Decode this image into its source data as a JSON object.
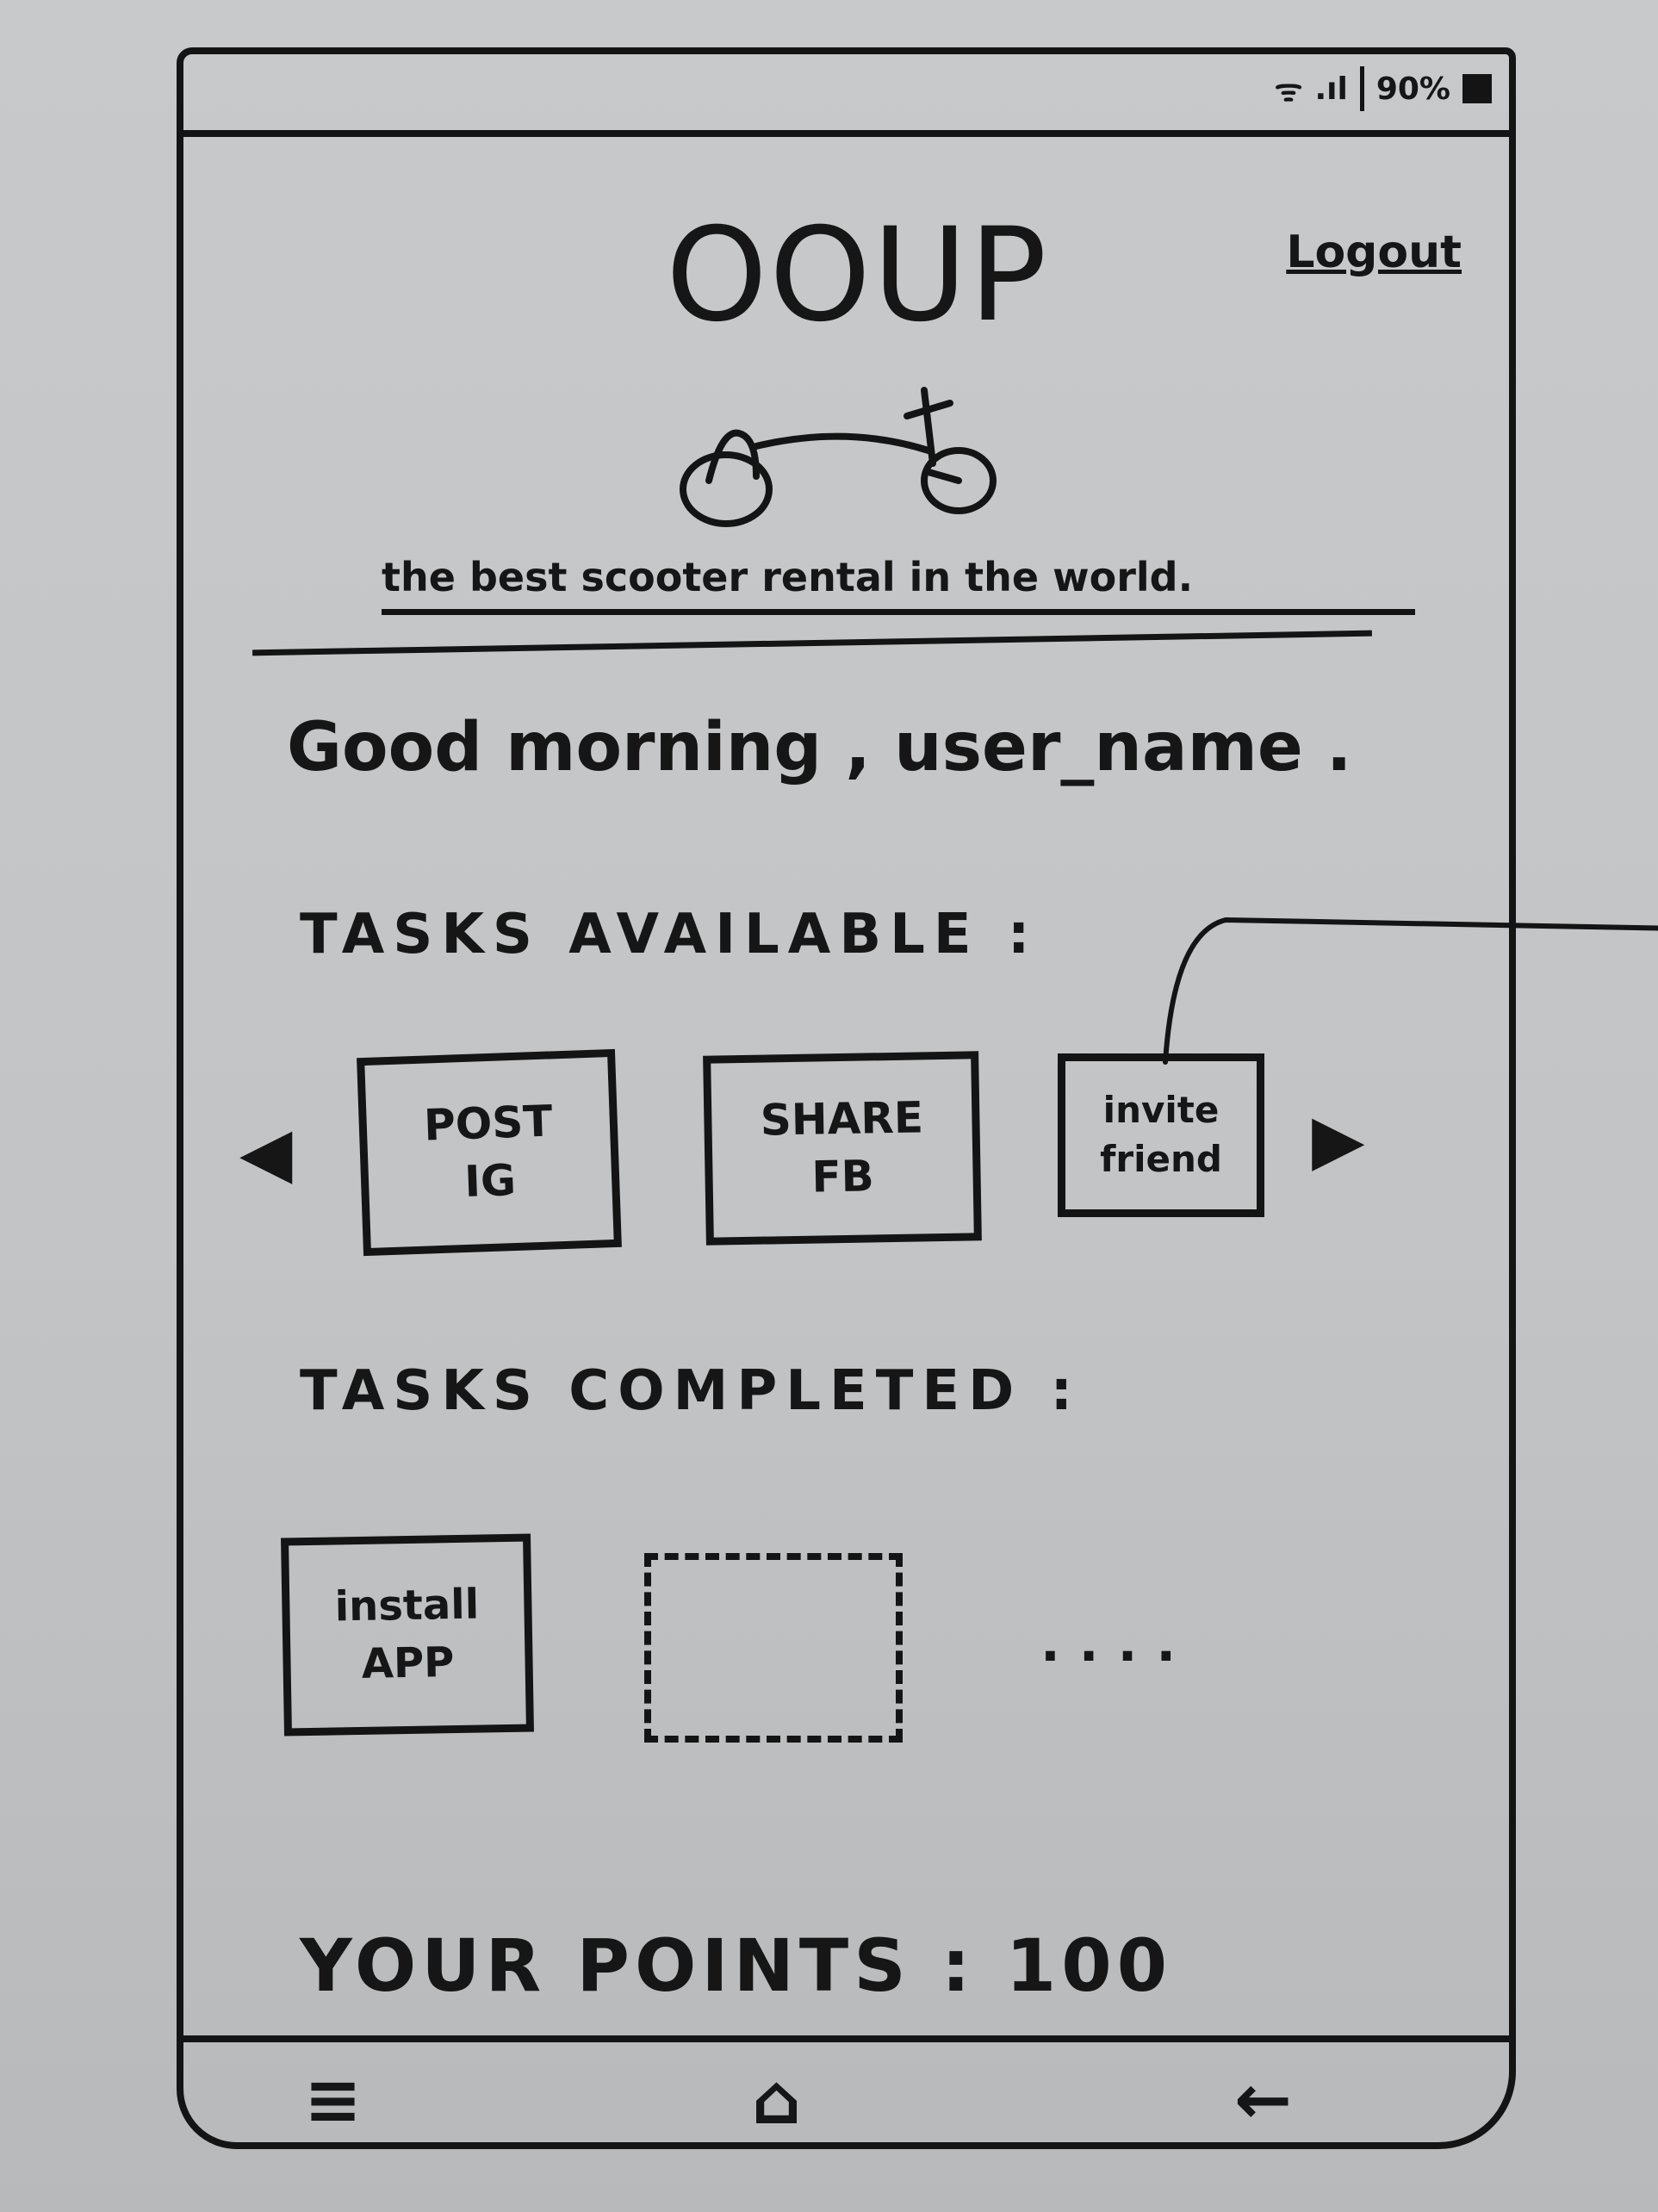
{
  "status_bar": {
    "wifi": "ᯤ",
    "signal": ".ıl",
    "battery_pct": "90%"
  },
  "header": {
    "app_title": "OOUP",
    "logout_label": "Logout",
    "tagline": "the best scooter rental in the world."
  },
  "greeting": {
    "text": "Good morning , user_name ."
  },
  "tasks_available": {
    "heading": "TASKS AVAILABLE :",
    "prev_arrow": "◀",
    "next_arrow": "▶",
    "items": [
      {
        "label": "POST\nIG"
      },
      {
        "label": "SHARE\nFB"
      },
      {
        "label": "invite\nfriend"
      }
    ]
  },
  "tasks_completed": {
    "heading": "TASKS COMPLETED :",
    "items": [
      {
        "label": "install\nAPP"
      }
    ],
    "more": "...."
  },
  "points": {
    "text": "YOUR POINTS : 100"
  },
  "navbar": {
    "menu_icon": "≡",
    "home_icon": "⌂",
    "back_icon": "←"
  }
}
